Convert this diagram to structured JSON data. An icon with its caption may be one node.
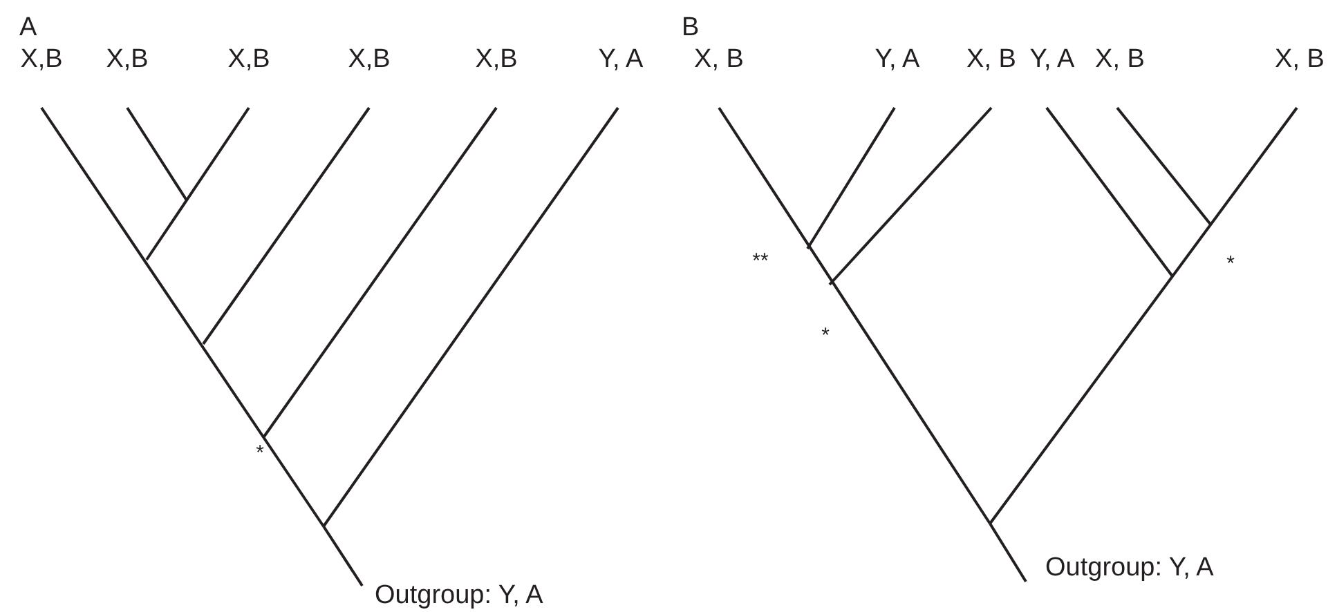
{
  "diagram": {
    "labels": [
      "A",
      "X,B",
      "X,B",
      "X,B",
      "X,B",
      "X,B",
      "Y, A",
      "*",
      "Outgroup: Y, A",
      "B",
      "X, B",
      "Y, A",
      "X, B",
      "Y, A",
      "X, B",
      "X, B",
      "**",
      "*",
      "*",
      "Outgroup: Y, A"
    ]
  }
}
